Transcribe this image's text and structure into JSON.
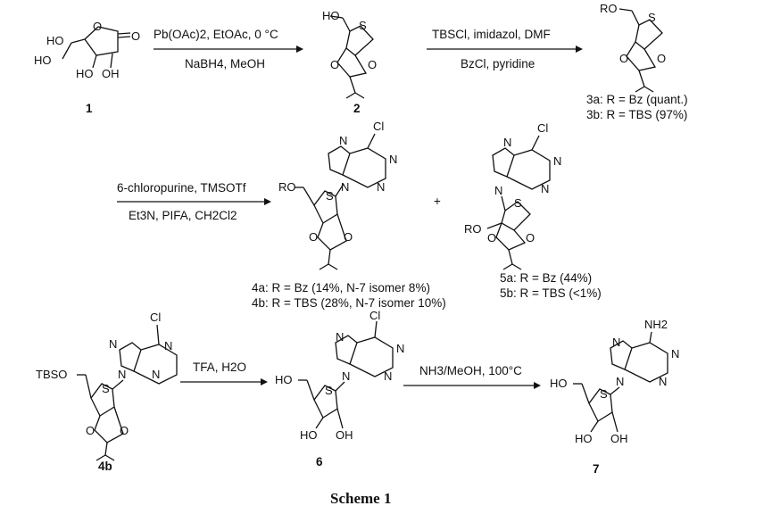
{
  "reactions": {
    "r1_top": "Pb(OAc)2, EtOAc, 0 °C",
    "r1_bottom": "NaBH4, MeOH",
    "r2_top": "TBSCl, imidazol, DMF",
    "r2_bottom": "BzCl, pyridine",
    "r3_top": "6-chloropurine, TMSOTf",
    "r3_bottom": "Et3N, PIFA, CH2Cl2",
    "r4_top": "TFA, H2O",
    "r5_top": "NH3/MeOH, 100°C"
  },
  "compounds": {
    "c1": "1",
    "c2": "2",
    "c3a": "3a: R = Bz (quant.)",
    "c3b": "3b: R = TBS (97%)",
    "c4a": "4a: R = Bz (14%, N-7 isomer 8%)",
    "c4b": "4b: R = TBS (28%, N-7 isomer 10%)",
    "c5a": "5a: R = Bz (44%)",
    "c5b": "5b: R = TBS (<1%)",
    "c4b_label": "4b",
    "c6": "6",
    "c7": "7",
    "plus": "+"
  },
  "atoms": {
    "O": "O",
    "S": "S",
    "N": "N",
    "Cl": "Cl",
    "HO": "HO",
    "OH": "OH",
    "RO": "RO",
    "TBSO": "TBSO",
    "NH2": "NH2",
    "HO_dash": "HO"
  },
  "caption": "Scheme 1"
}
